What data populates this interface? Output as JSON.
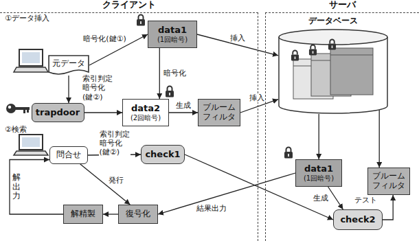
{
  "diagram": {
    "nodes": [
      {
        "text": [
          "クライアント"
        ]
      },
      {
        "text": [
          "サーバ"
        ]
      },
      {
        "text": [
          "元データ"
        ],
        "in": 0
      },
      {
        "text": [
          "data1",
          "(1回暗号)"
        ],
        "in": 0
      },
      {
        "text": [
          "trapdoor"
        ],
        "in": 0
      },
      {
        "text": [
          "data2",
          "(2回暗号)"
        ],
        "in": 0
      },
      {
        "text": [
          "ブルーム フィルタ"
        ],
        "in": 0
      },
      {
        "text": [
          "問合せ"
        ],
        "in": 0
      },
      {
        "text": [
          "check1"
        ],
        "in": 0
      },
      {
        "text": [
          "解精製"
        ],
        "in": 0
      },
      {
        "text": [
          "復号化"
        ],
        "in": 0
      },
      {
        "text": [
          "データベース"
        ],
        "in": 1
      },
      {
        "text": [
          "data1",
          "(1回暗号)"
        ],
        "in": 1
      },
      {
        "text": [
          "ブルーム フィルタ"
        ],
        "in": 1
      },
      {
        "text": [
          "check2"
        ],
        "in": 1
      }
    ],
    "edges": [
      {
        "from": 2,
        "to": 3,
        "arrow": "to",
        "label": "暗号化(鍵①)"
      },
      {
        "from": 2,
        "to": 4,
        "arrow": "to",
        "label": "索引判定 暗号化(鍵②)"
      },
      {
        "from": 4,
        "to": 5,
        "arrow": "to"
      },
      {
        "from": 3,
        "to": 5,
        "arrow": "to",
        "label": "暗号化"
      },
      {
        "from": 5,
        "to": 6,
        "arrow": "to",
        "label": "生成"
      },
      {
        "from": 3,
        "to": 11,
        "arrow": "to",
        "label": "挿入"
      },
      {
        "from": 6,
        "to": 11,
        "arrow": "to",
        "label": "挿入"
      },
      {
        "from": 11,
        "to": 12,
        "arrow": "to"
      },
      {
        "from": 11,
        "to": 13,
        "arrow": "to"
      },
      {
        "from": 7,
        "to": 8,
        "arrow": "to",
        "label": "索引判定 暗号化(鍵②)"
      },
      {
        "from": 7,
        "to": 10,
        "arrow": "to",
        "label": "発行"
      },
      {
        "from": 12,
        "to": 10,
        "arrow": "to",
        "label": "結果出力"
      },
      {
        "from": 12,
        "to": 14,
        "arrow": "to",
        "label": "生成"
      },
      {
        "from": 8,
        "to": 14,
        "arrow": "to"
      },
      {
        "from": 14,
        "to": 13,
        "arrow": "to",
        "label": "テスト"
      },
      {
        "from": 10,
        "to": 9,
        "arrow": "to"
      },
      {
        "from": 9,
        "to": 7,
        "arrow": "to",
        "label": "解出力"
      }
    ],
    "labels": [
      "①データ挿入",
      "②検索"
    ]
  }
}
